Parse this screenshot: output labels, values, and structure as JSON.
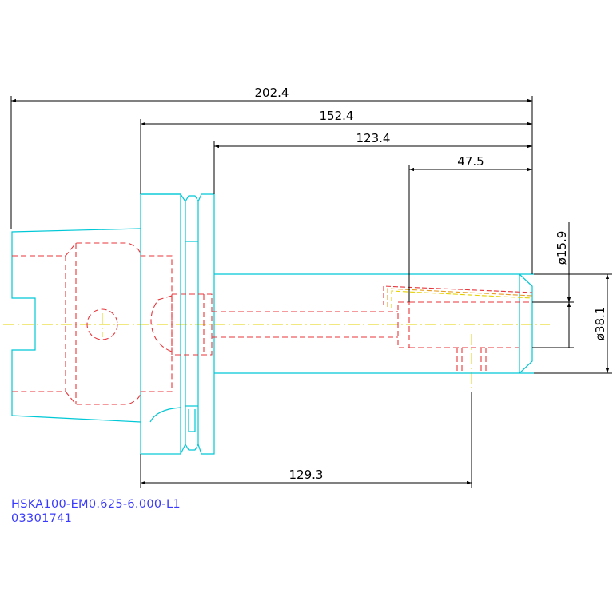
{
  "dimensions": {
    "overall_length": "202.4",
    "length_from_flange": "152.4",
    "length_from_face": "123.4",
    "bore_depth": "47.5",
    "setscrew_position": "129.3",
    "bore_diameter": "ø15.9",
    "body_diameter": "ø38.1"
  },
  "title_block": {
    "part_name": "HSKA100-EM0.625-6.000-L1",
    "part_number": "03301741"
  },
  "colors": {
    "outline": "#00c8d6",
    "hidden": "#e8353a",
    "centerline": "#e6d200",
    "dimension": "#000000",
    "text": "#3a3aff",
    "bore_hatch": "#e89a20"
  }
}
